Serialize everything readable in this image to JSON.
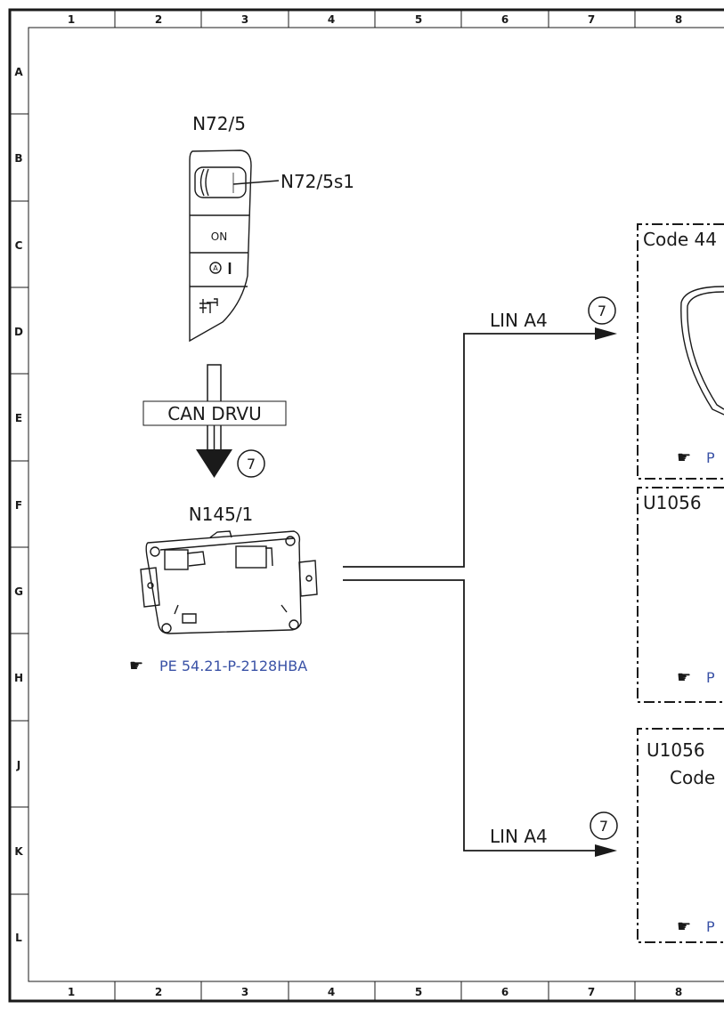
{
  "frame": {
    "columns": [
      "1",
      "2",
      "3",
      "4",
      "5",
      "6",
      "7",
      "8"
    ],
    "rows": [
      "A",
      "B",
      "C",
      "D",
      "E",
      "F",
      "G",
      "H",
      "J",
      "K",
      "L"
    ]
  },
  "components": {
    "switch": {
      "id": "N72/5",
      "sub_id": "N72/5s1",
      "btn_on": "ON",
      "btn_a": "A"
    },
    "bus": {
      "label": "CAN DRVU",
      "ref": "7"
    },
    "module": {
      "id": "N145/1",
      "ref_link": "PE 54.21-P-2128HBA"
    },
    "lin_top": {
      "label": "LIN A4",
      "ref": "7"
    },
    "lin_bottom": {
      "label": "LIN A4",
      "ref": "7"
    },
    "box1": {
      "title": "Code 44",
      "link": "P"
    },
    "box2": {
      "title": "U1056",
      "link": "P"
    },
    "box3": {
      "title": "U1056",
      "subtitle": "Code",
      "link": "P"
    }
  },
  "icons": {
    "reference_pointer": "pointing-hand-icon"
  }
}
